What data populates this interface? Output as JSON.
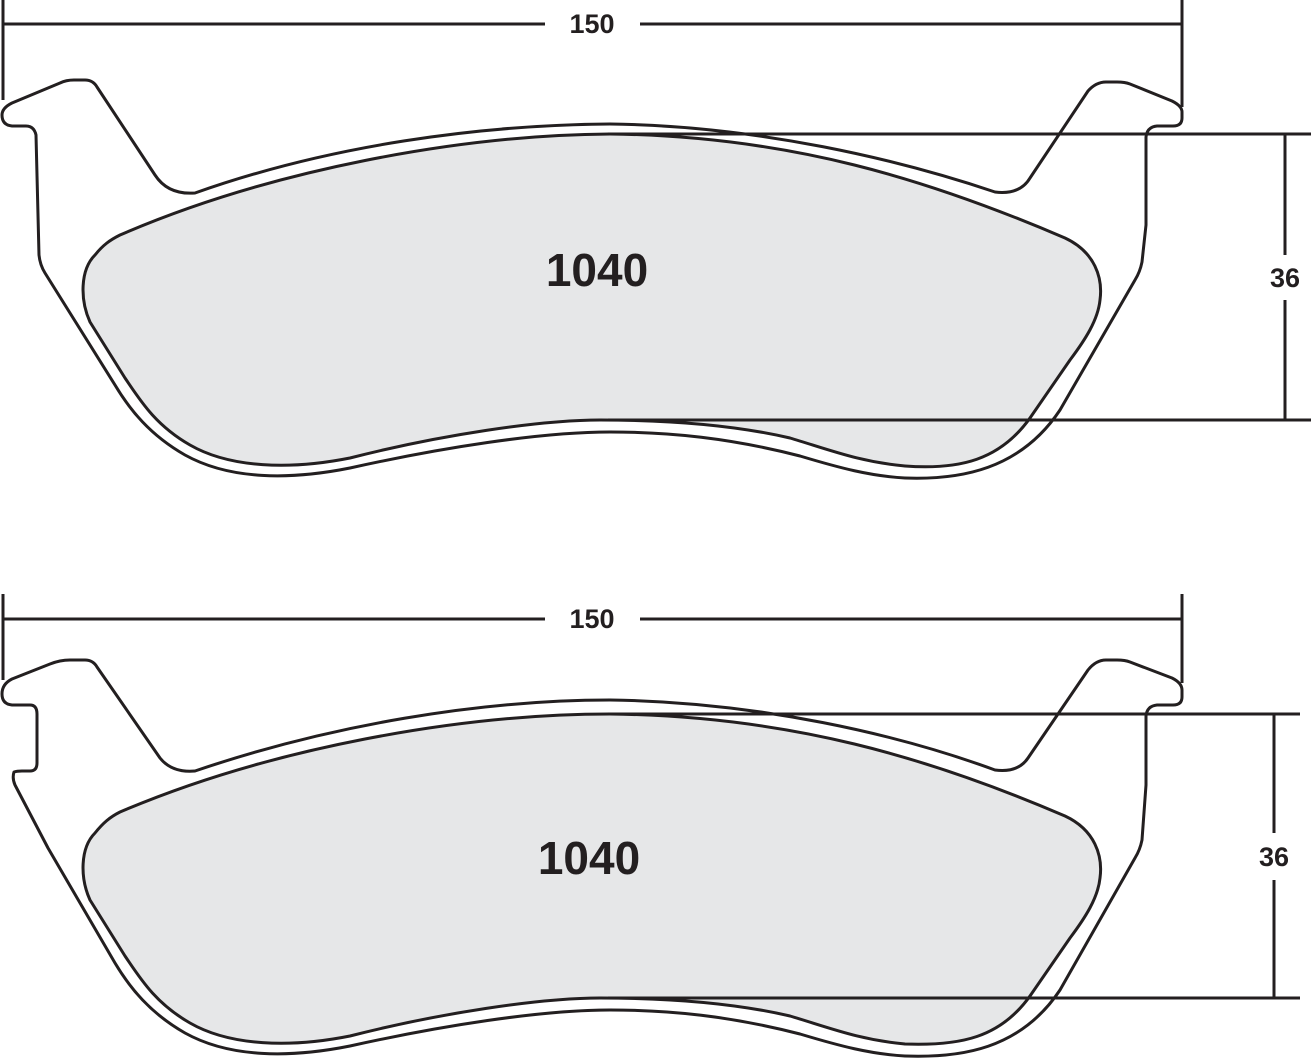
{
  "colors": {
    "line": "#231f20",
    "friction_fill": "#e6e7e8",
    "background": "#ffffff"
  },
  "pads": [
    {
      "part_number": "1040",
      "width_dimension": "150",
      "height_dimension": "36",
      "variant": "single-notch"
    },
    {
      "part_number": "1040",
      "width_dimension": "150",
      "height_dimension": "36",
      "variant": "double-notch"
    }
  ]
}
